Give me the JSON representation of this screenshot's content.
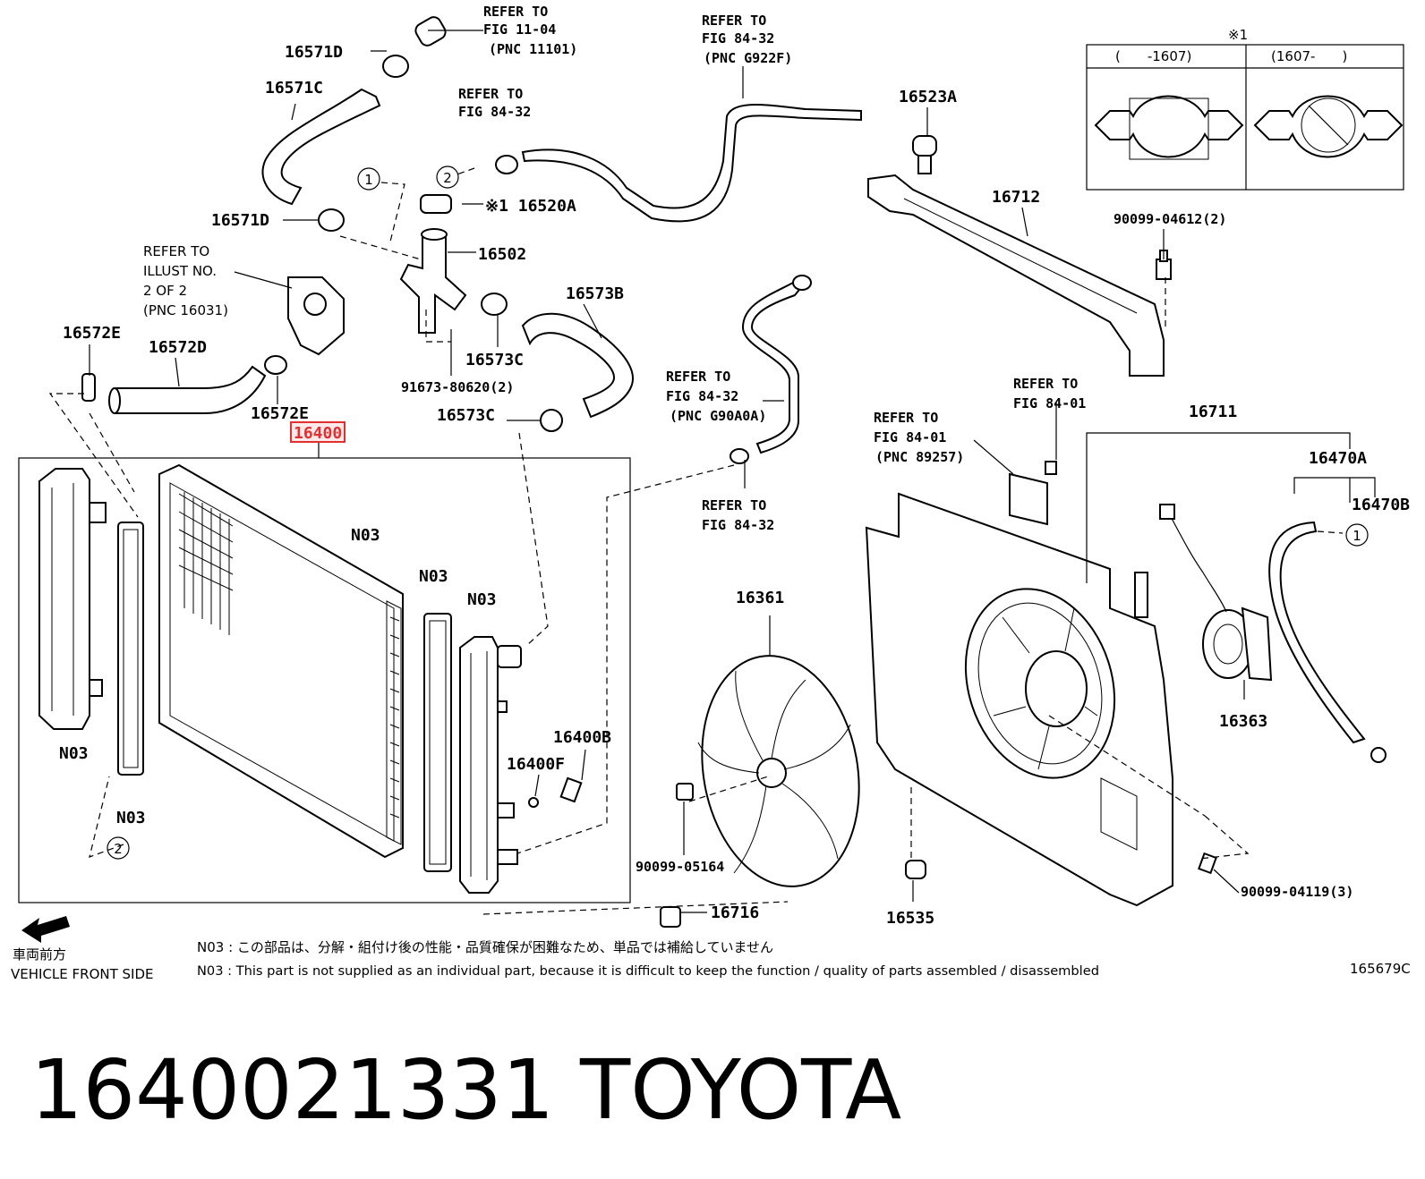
{
  "part_labels": {
    "p16571D_top": "16571D",
    "p16571C": "16571C",
    "p16571D_mid": "16571D",
    "p16520A": "※1 16520A",
    "p16502": "16502",
    "p16573B": "16573B",
    "p16572E_left": "16572E",
    "p16572D": "16572D",
    "p16572E_bottom": "16572E",
    "p16573C_top": "16573C",
    "p16573C_bottom": "16573C",
    "p91673": "91673-80620(2)",
    "p16400": "16400",
    "n03_a": "N03",
    "n03_b": "N03",
    "n03_c": "N03",
    "n03_d": "N03",
    "n03_e": "N03",
    "p16400B": "16400B",
    "p16400F": "16400F",
    "p16523A": "16523A",
    "p16712": "16712",
    "p90099_04612": "90099-04612(2)",
    "p16711": "16711",
    "p16470A": "16470A",
    "p16470B": "16470B",
    "p16361": "16361",
    "p16363": "16363",
    "p90099_05164": "90099-05164",
    "p16716": "16716",
    "p16535": "16535",
    "p90099_04119": "90099-04119(3)"
  },
  "callouts": {
    "circle_1": "1",
    "circle_2": "2"
  },
  "refers": {
    "r1": [
      "REFER TO",
      "FIG 11-04",
      "(PNC 11101)"
    ],
    "r2": [
      "REFER TO",
      "FIG 84-32",
      "(PNC G922F)"
    ],
    "r3": [
      "REFER TO",
      "FIG 84-32"
    ],
    "r4": [
      "REFER TO",
      "ILLUST NO.",
      "2 OF 2",
      "(PNC 16031)"
    ],
    "r5": [
      "REFER TO",
      "FIG 84-32",
      "(PNC G90A0A)"
    ],
    "r6": [
      "REFER TO",
      "FIG 84-32"
    ],
    "r7": [
      "REFER TO",
      "FIG 84-01",
      "(PNC 89257)"
    ],
    "r8": [
      "REFER TO",
      "FIG 84-01"
    ]
  },
  "inset": {
    "mark": "※1",
    "left_range": "(　　-1607)",
    "right_range": "(1607-　　)"
  },
  "footer": {
    "front_jp": "車両前方",
    "front_en": "VEHICLE FRONT SIDE",
    "note_jp": "N03 : この部品は、分解・組付け後の性能・品質確保が困難なため、単品では補給していません",
    "note_en": "N03 : This part is not supplied as an individual part, because it is difficult to keep the function / quality of parts assembled / disassembled",
    "illus_id": "165679C"
  },
  "caption": {
    "part_number": "1640021331",
    "brand": "TOYOTA"
  },
  "colors": {
    "highlight": "#e03030"
  }
}
